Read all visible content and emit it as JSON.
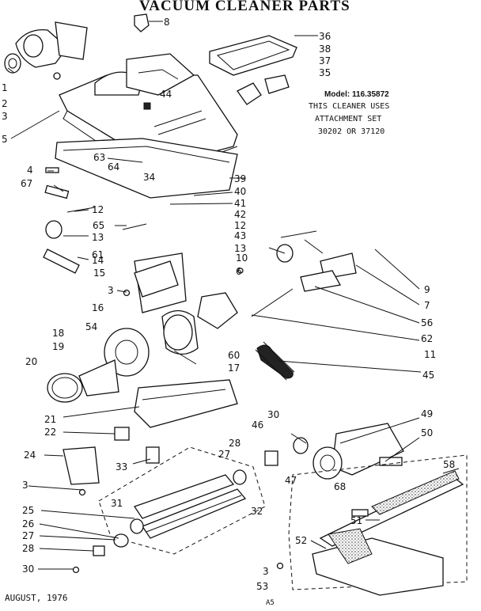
{
  "title": "VACUUM CLEANER PARTS",
  "model_line": "Model: 116.35872",
  "note_lines": [
    "THIS CLEANER USES",
    "ATTACHMENT SET",
    "30202 OR 37120"
  ],
  "date": "AUGUST, 1976",
  "code": "A5",
  "part_labels": {
    "l8": "8",
    "l36": "36",
    "l38": "38",
    "l37": "37",
    "l35": "35",
    "l1": "1",
    "l2": "2",
    "l3a": "3",
    "l44": "44",
    "l5": "5",
    "l4": "4",
    "l67": "67",
    "l63": "63",
    "l64": "64",
    "l34": "34",
    "l39": "39",
    "l40": "40",
    "l41": "41",
    "l42": "42",
    "l12a": "12",
    "l65": "65",
    "l13a": "13",
    "l61": "61",
    "l14": "14",
    "l15": "15",
    "l12b": "12",
    "l43": "43",
    "l13b": "13",
    "l10": "10",
    "l6": "6",
    "l9": "9",
    "l7": "7",
    "l3b": "3",
    "l16": "16",
    "l18": "18",
    "l54": "54",
    "l19": "19",
    "l20": "20",
    "l56": "56",
    "l62": "62",
    "l11": "11",
    "l60": "60",
    "l17": "17",
    "l45": "45",
    "l21": "21",
    "l22": "22",
    "l24": "24",
    "l33": "33",
    "l3c": "3",
    "l30a": "30",
    "l46": "46",
    "l49": "49",
    "l50": "50",
    "l28a": "28",
    "l27a": "27",
    "l47": "47",
    "l68": "68",
    "l58": "58",
    "l31": "31",
    "l32": "32",
    "l25": "25",
    "l26": "26",
    "l27b": "27",
    "l28b": "28",
    "l30b": "30",
    "l51": "51",
    "l52": "52",
    "l3d": "3",
    "l53": "53"
  }
}
